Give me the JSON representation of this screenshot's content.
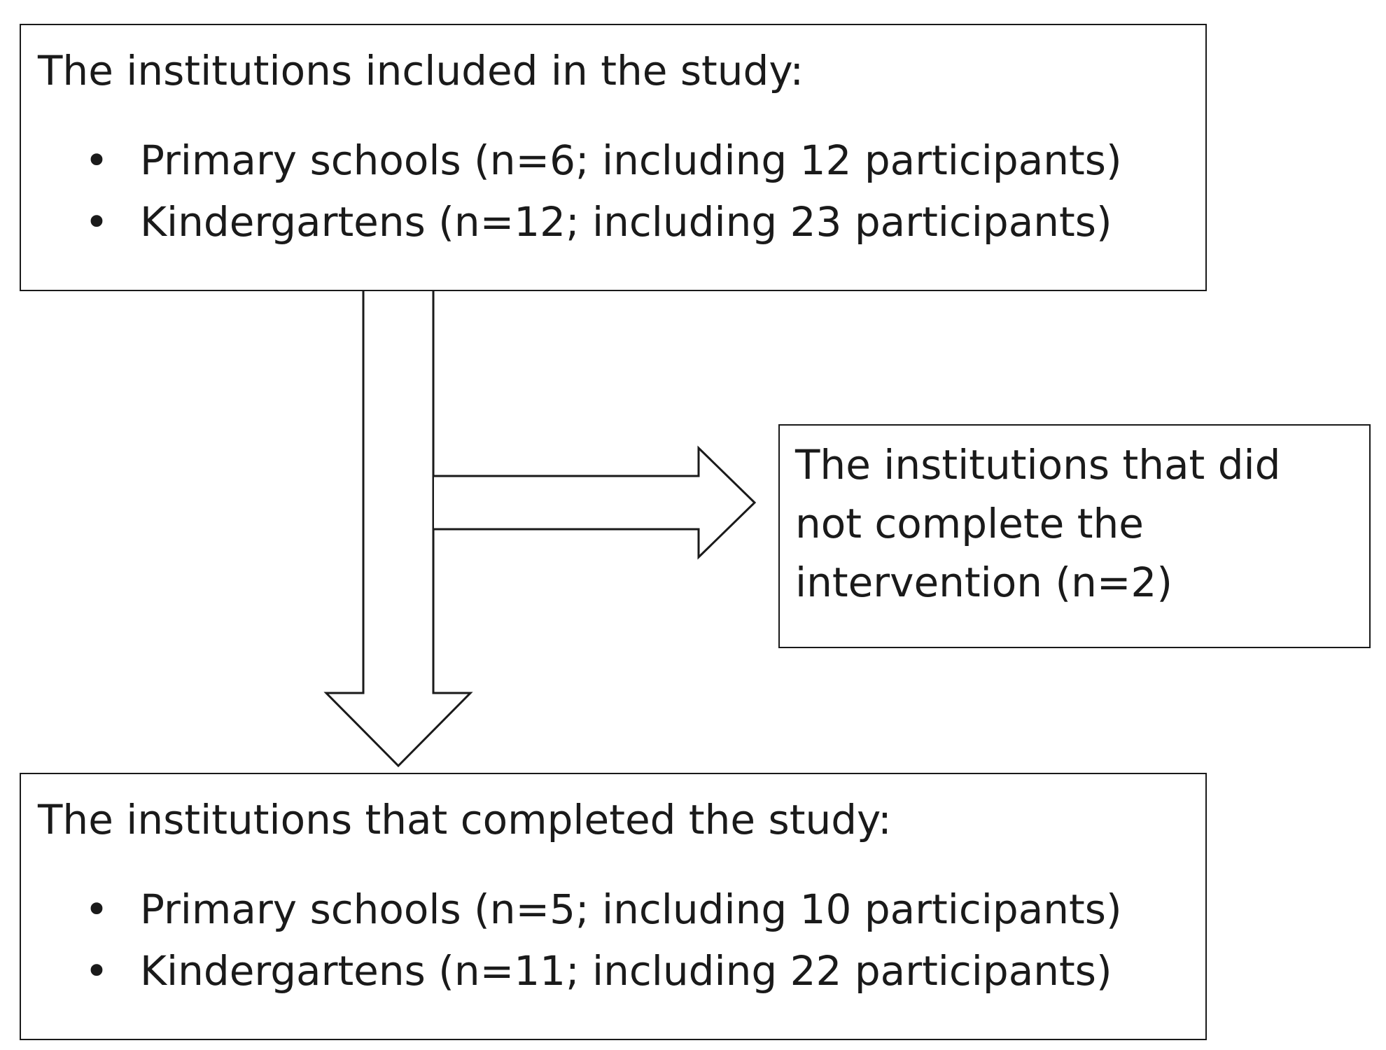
{
  "boxes": {
    "top": {
      "title": "The institutions included in the study:",
      "items": [
        "Primary schools (n=6; including 12 participants)",
        "Kindergartens (n=12; including 23 participants)"
      ]
    },
    "side": {
      "text": "The institutions that did not complete the intervention (n=2)"
    },
    "bottom": {
      "title": "The institutions that completed the study:",
      "items": [
        "Primary schools (n=5; including 10 participants)",
        "Kindergartens (n=11; including 22 participants)"
      ]
    }
  },
  "bullet_symbol": "•",
  "colors": {
    "stroke": "#1a1a1a",
    "fill": "#ffffff"
  }
}
